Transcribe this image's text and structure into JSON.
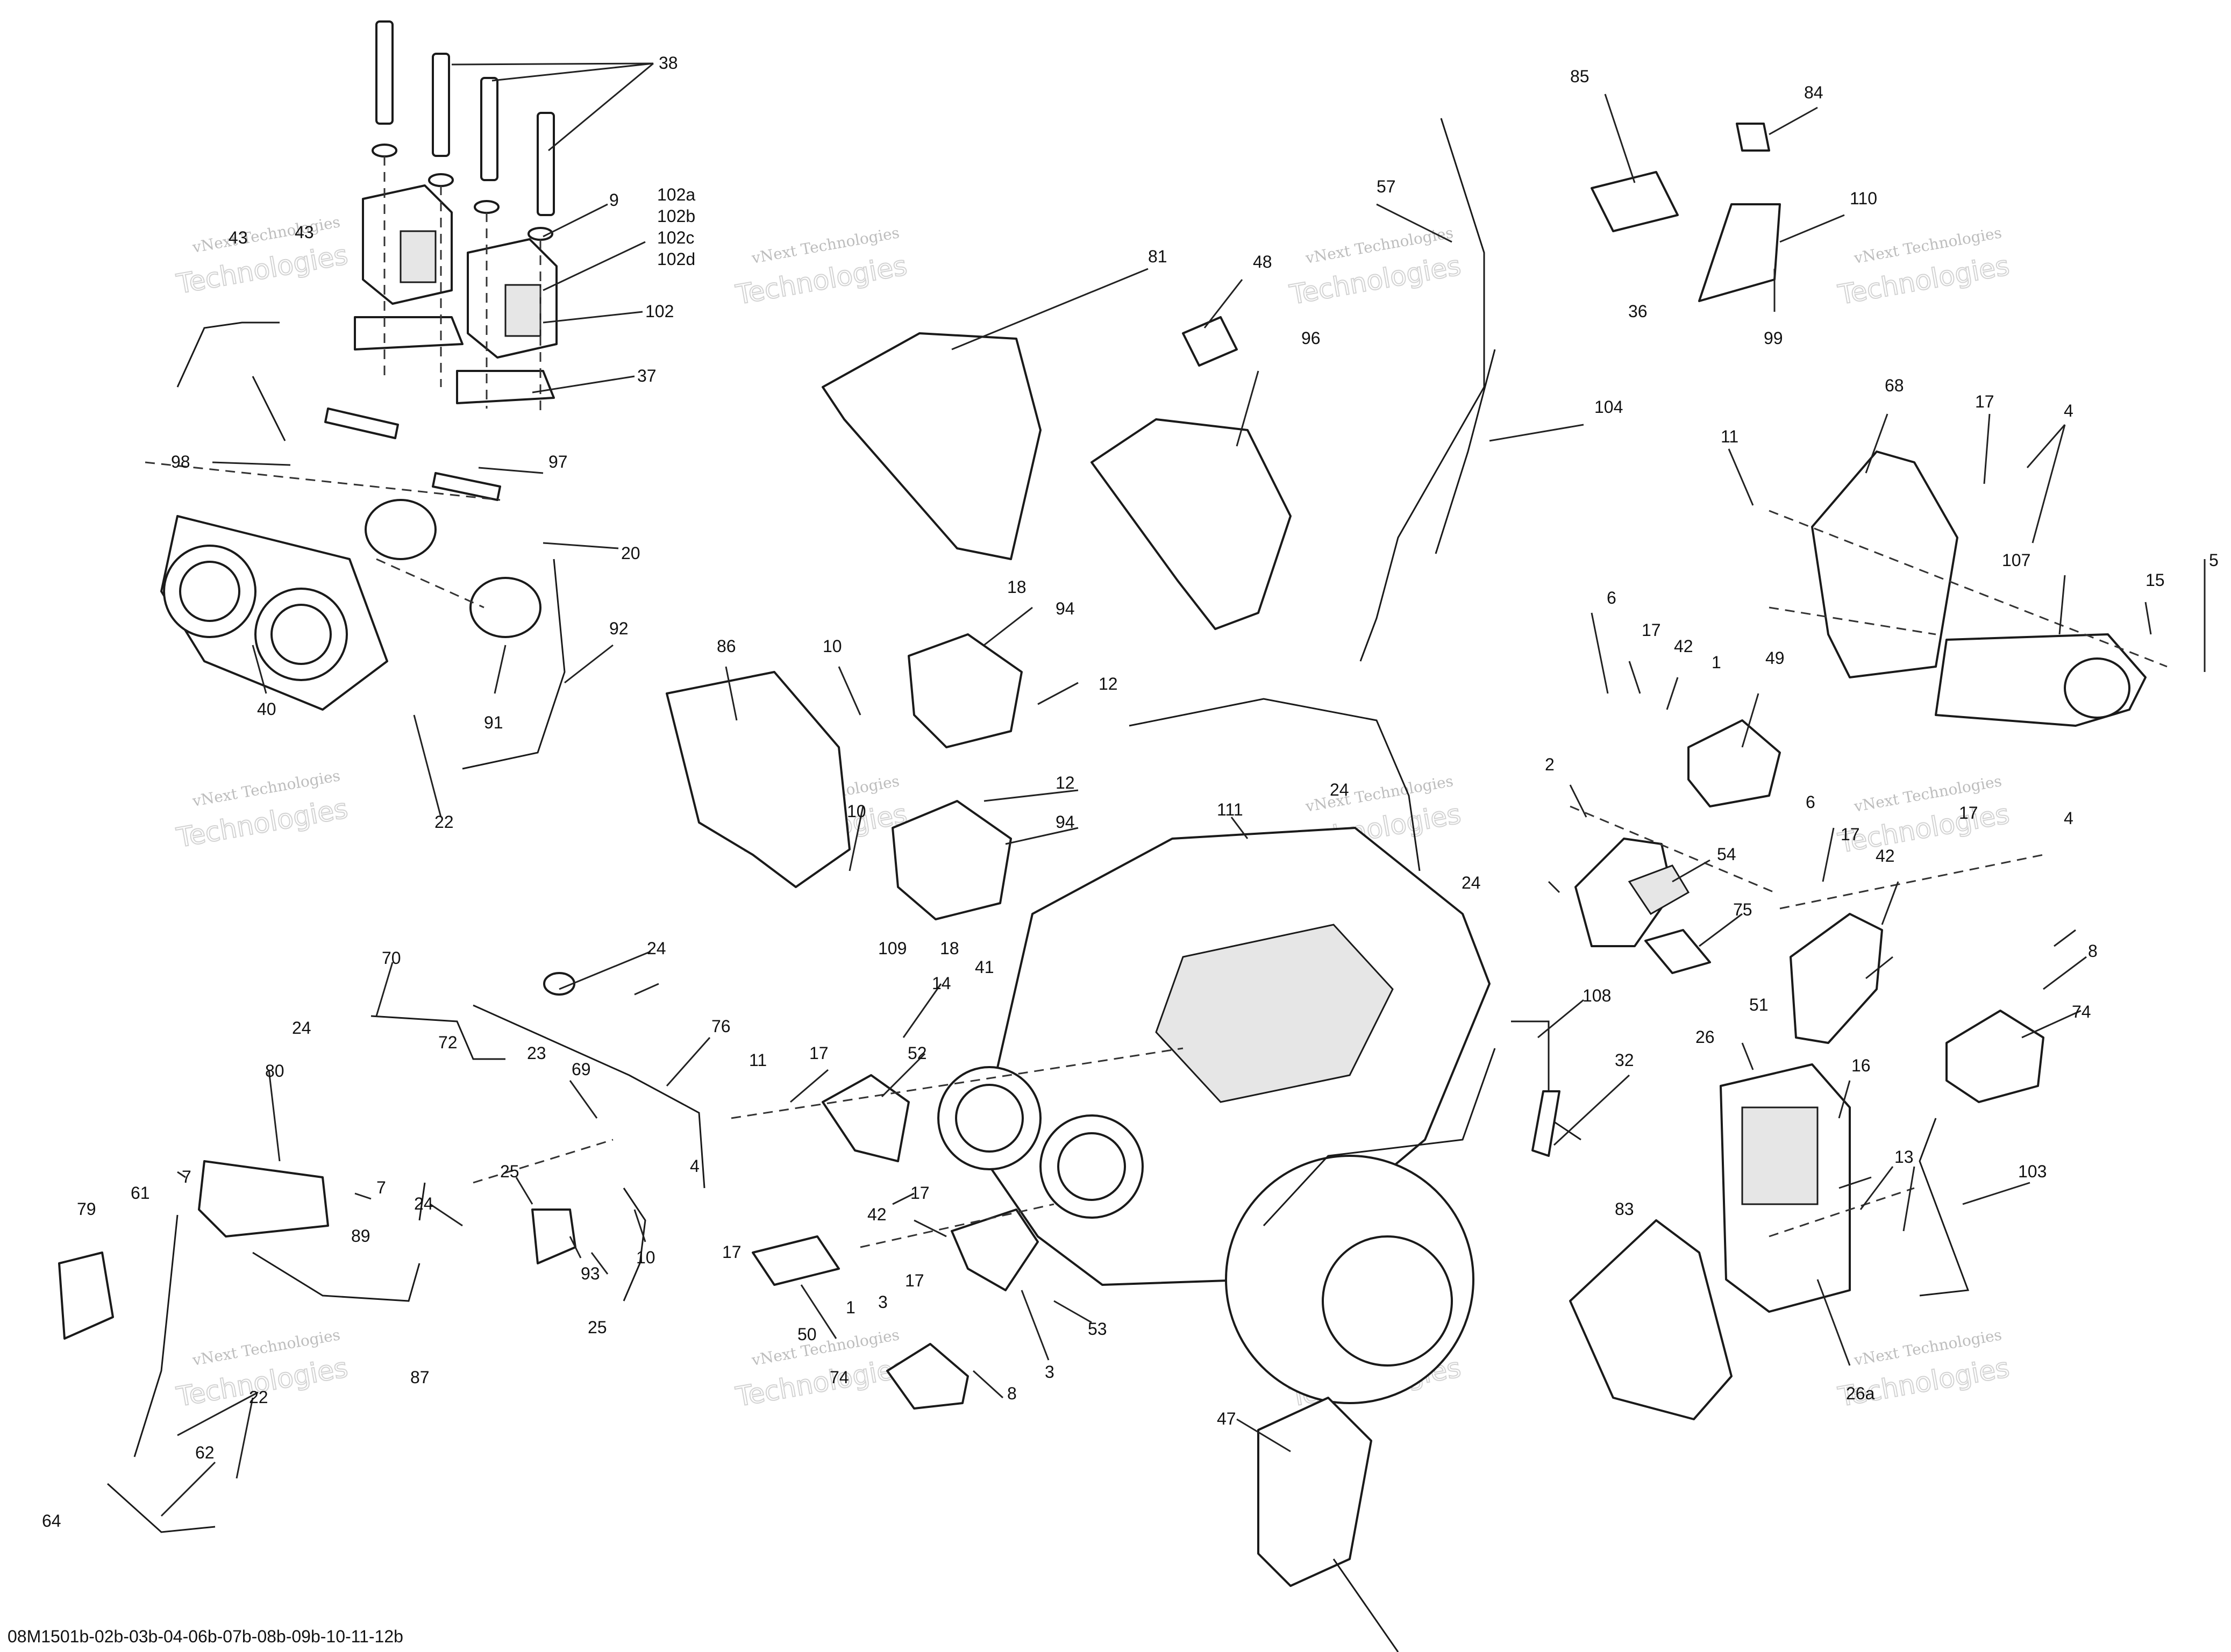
{
  "diagram": {
    "code": "08M1501b-02b-03b-04-06b-07b-08b-09b-10-11-12b",
    "watermark": {
      "line1": "vNext Technologies",
      "line2": "Technologies"
    },
    "callouts": [
      "38",
      "9",
      "102a",
      "102b",
      "102c",
      "102d",
      "102",
      "37",
      "43",
      "43",
      "98",
      "97",
      "20",
      "92",
      "91",
      "40",
      "22",
      "81",
      "48",
      "96",
      "57",
      "104",
      "85",
      "36",
      "84",
      "110",
      "99",
      "68",
      "17",
      "4",
      "11",
      "107",
      "15",
      "5",
      "6",
      "17",
      "42",
      "1",
      "49",
      "86",
      "10",
      "10",
      "18",
      "94",
      "12",
      "12",
      "94",
      "109",
      "18",
      "41",
      "111",
      "24",
      "2",
      "54",
      "75",
      "24",
      "6",
      "17",
      "42",
      "17",
      "4",
      "51",
      "8",
      "74",
      "70",
      "24",
      "72",
      "23",
      "69",
      "76",
      "24",
      "80",
      "7",
      "7",
      "24",
      "25",
      "93",
      "10",
      "25",
      "79",
      "61",
      "89",
      "87",
      "22",
      "62",
      "64",
      "14",
      "11",
      "17",
      "52",
      "4",
      "17",
      "17",
      "42",
      "3",
      "17",
      "1",
      "50",
      "74",
      "8",
      "3",
      "53",
      "108",
      "32",
      "26",
      "83",
      "16",
      "13",
      "103",
      "26a",
      "47"
    ]
  }
}
